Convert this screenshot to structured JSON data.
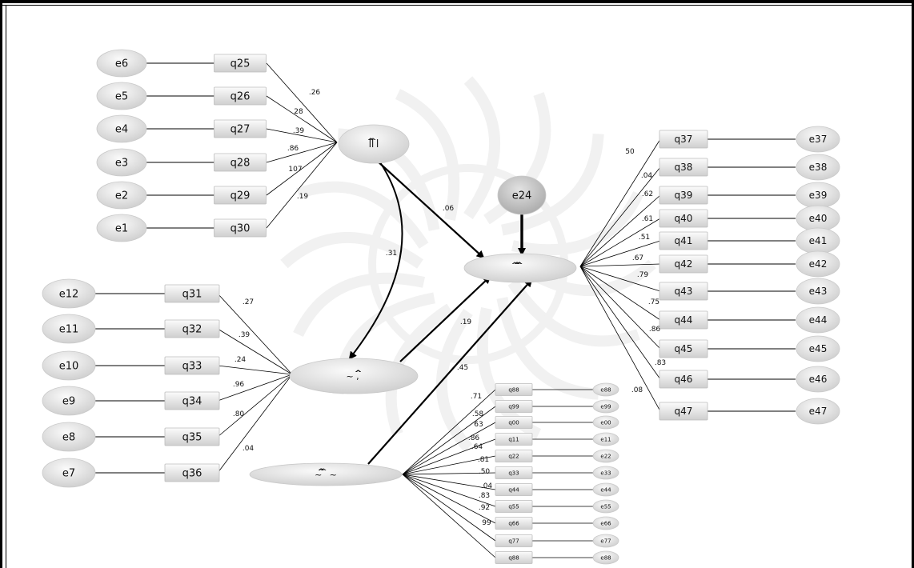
{
  "diagram": {
    "left_top_group": {
      "errors": [
        "e6",
        "e5",
        "e4",
        "e3",
        "e2",
        "e1"
      ],
      "items": [
        "q25",
        "q26",
        "q27",
        "q28",
        "q29",
        "q30"
      ],
      "loadings": [
        ".26",
        "28",
        ".39",
        ".86",
        "107",
        ".19"
      ],
      "latent_label": "ꟾꟾ꛰꛰ ꛰ꟾ"
    },
    "left_mid_group": {
      "errors": [
        "e12",
        "e11",
        "e10",
        "e9",
        "e8",
        "e7"
      ],
      "items": [
        "q31",
        "q32",
        "q33",
        "q34",
        "q35",
        "q36"
      ],
      "loadings": [
        ".27",
        ".39",
        ".24",
        ".96",
        ".80",
        ".04"
      ],
      "latent_label": "~ , ꛰꛰꛰꛰꛰"
    },
    "bottom_group": {
      "latent_label": "~ ꛰꛰꛰꛰ ꛰ ~",
      "items": [
        "q88",
        "q99",
        "q00",
        "q11",
        "q22",
        "q33",
        "q44",
        "q55",
        "q66",
        "q77",
        "q88"
      ],
      "errors": [
        "e88",
        "e99",
        "e00",
        "e11",
        "e22",
        "e33",
        "e44",
        "e55",
        "e66",
        "e77",
        "e88"
      ],
      "loadings": [
        ".71",
        ".58",
        "63",
        ".86",
        ".64",
        ".81",
        ".50",
        ".04",
        ".83",
        ".92",
        "99"
      ]
    },
    "right_group": {
      "latent_label": "꛰ ꛰꛰꛰ ꛰꛰꛰",
      "disturbance": "e24",
      "items": [
        "q37",
        "q38",
        "q39",
        "q40",
        "q41",
        "q42",
        "q43",
        "q44",
        "q45",
        "q46",
        "q47"
      ],
      "errors": [
        "e37",
        "e38",
        "e39",
        "e40",
        "e41",
        "e42",
        "e43",
        "e44",
        "e45",
        "e46",
        "e47"
      ],
      "loadings": [
        "50",
        ".04",
        ".62",
        ".61",
        ".51",
        ".67",
        ".79",
        ".75",
        ".86",
        ".83",
        ".08"
      ]
    },
    "paths": {
      "a_to_d": ".06",
      "a_b_covariance": ".31",
      "b_to_d": ".19",
      "c_to_d": ".45"
    }
  },
  "colors": {
    "node_fill": "#d9d9d9",
    "node_light": "#f0f0f0",
    "line": "#000000",
    "watermark": "#e6e6e6"
  }
}
